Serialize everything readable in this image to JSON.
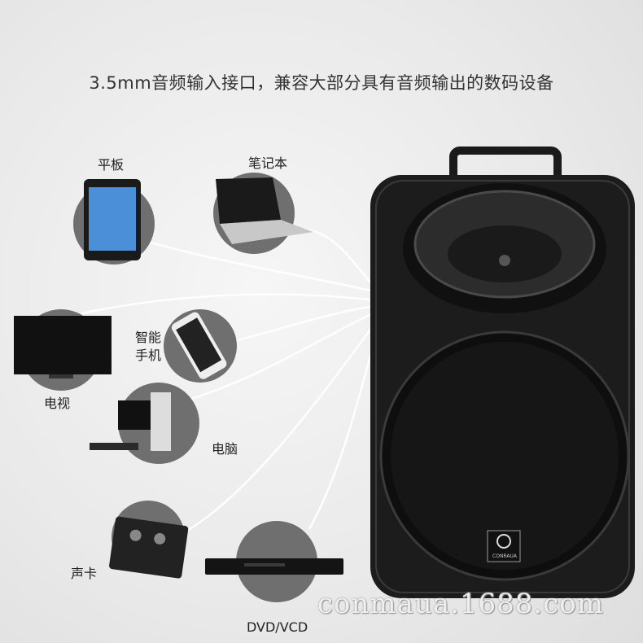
{
  "headline": "3.5mm音频输入接口，兼容大部分具有音频输出的数码设备",
  "devices": [
    {
      "label": "平板",
      "icon": "tablet-icon"
    },
    {
      "label": "笔记本",
      "icon": "laptop-icon"
    },
    {
      "label": "电视",
      "icon": "tv-icon"
    },
    {
      "label": "智能手机",
      "icon": "smartphone-icon"
    },
    {
      "label": "电脑",
      "icon": "desktop-computer-icon"
    },
    {
      "label": "声卡",
      "icon": "sound-card-icon"
    },
    {
      "label": "DVD/VCD",
      "icon": "dvd-player-icon"
    }
  ],
  "speaker": {
    "brand": "CONRAUA"
  },
  "watermark": "conmaua.1688.com",
  "colors": {
    "circle": "#6f6f6f",
    "speaker": "#1c1c1c",
    "cable": "#ffffff"
  }
}
